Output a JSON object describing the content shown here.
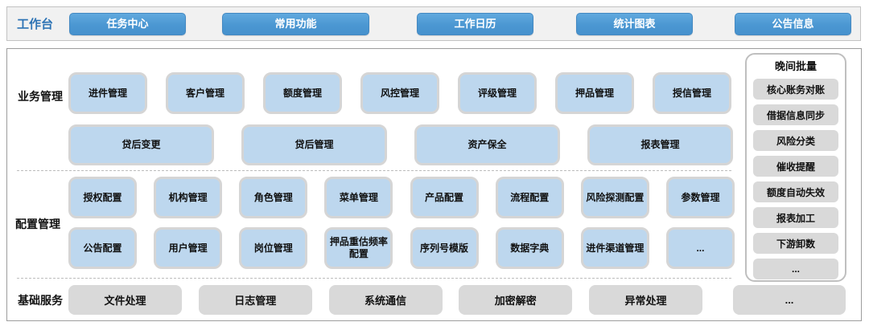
{
  "colors": {
    "workbench_button_blue": "#4D9BD5",
    "workbench_label_blue": "#2E74B5",
    "module_fill_blue": "#BDD7EE",
    "module_border_gray": "#D5D5D5",
    "gray_fill": "#D9D9D9",
    "panel_border": "#9D9D9D"
  },
  "workbench": {
    "label": "工作台",
    "buttons": [
      {
        "label": "任务中心"
      },
      {
        "label": "常用功能"
      },
      {
        "label": "工作日历"
      },
      {
        "label": "统计图表"
      },
      {
        "label": "公告信息"
      }
    ]
  },
  "sections": {
    "business": {
      "label": "业务管理",
      "row1": [
        "进件管理",
        "客户管理",
        "额度管理",
        "风控管理",
        "评级管理",
        "押品管理",
        "授信管理"
      ],
      "row2": [
        "贷后变更",
        "贷后管理",
        "资产保全",
        "报表管理"
      ]
    },
    "config": {
      "label": "配置管理",
      "row1": [
        "授权配置",
        "机构管理",
        "角色管理",
        "菜单管理",
        "产品配置",
        "流程配置",
        "风险探测配置",
        "参数管理"
      ],
      "row2": [
        "公告配置",
        "用户管理",
        "岗位管理",
        "押品重估频率配置",
        "序列号模版",
        "数据字典",
        "进件渠道管理",
        "..."
      ]
    },
    "base": {
      "label": "基础服务",
      "items": [
        "文件处理",
        "日志管理",
        "系统通信",
        "加密解密",
        "异常处理",
        "..."
      ]
    }
  },
  "night": {
    "title": "晚间批量",
    "items": [
      "核心账务对账",
      "借据信息同步",
      "风险分类",
      "催收提醒",
      "额度自动失效",
      "报表加工",
      "下游卸数",
      "..."
    ]
  }
}
